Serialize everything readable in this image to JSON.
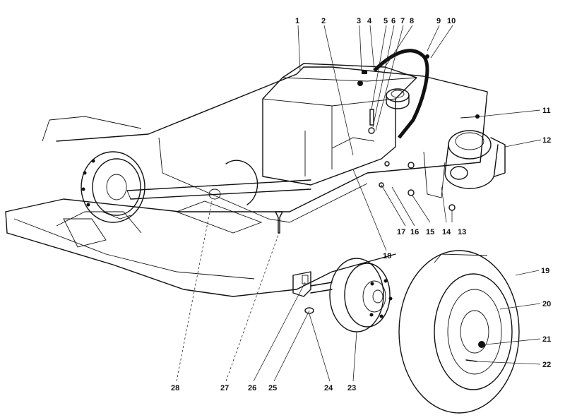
{
  "callouts": [
    "1",
    "2",
    "3",
    "4",
    "5",
    "6",
    "7",
    "8",
    "9",
    "10",
    "11",
    "12",
    "13",
    "14",
    "15",
    "16",
    "17",
    "18",
    "19",
    "20",
    "21",
    "22",
    "23",
    "24",
    "25",
    "26",
    "27",
    "28"
  ],
  "parts": [
    "chassis-frame",
    "fuel-tank",
    "fuel-hose",
    "fuel-cap",
    "rear-axle",
    "rear-brake-drum",
    "front-brake-drum",
    "wheel-tire",
    "wheel-rim",
    "lug-nut",
    "valve-stem",
    "air-cleaner",
    "mounting-bolt",
    "carriage-bolt",
    "nut",
    "washer",
    "bracket"
  ]
}
